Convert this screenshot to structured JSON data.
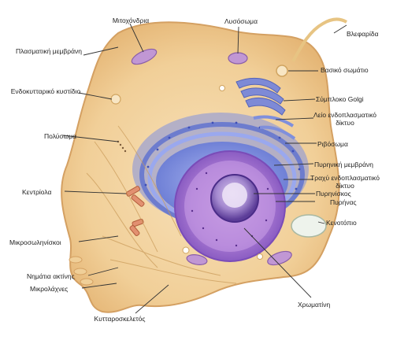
{
  "diagram": {
    "labels": {
      "mitochondria": "Μιτοχόνδρια",
      "lysosome": "Λυσόσωμα",
      "flagellum": "Βλεφαρίδα",
      "plasma_membrane": "Πλασματική μεμβράνη",
      "basal_body": "Βασικό σωμάτιο",
      "golgi": "Σύμπλοκο Golgi",
      "endocytic_vesicle": "Ενδοκυτταρικό κυστίδιο",
      "smooth_er": "Λείο ενδοπλασματικό δίκτυο",
      "ribosomes": "Ριβόσωμα",
      "nuclear_envelope": "Πυρηνική μεμβράνη",
      "rough_er": "Τραχύ ενδοπλασματικό δίκτυο",
      "nucleolus": "Πυρηνίσκος",
      "nucleus": "Πυρήνας",
      "polysome": "Πολύσωμα",
      "centrioles": "Κεντρίολα",
      "vacuole": "Κενοτόπιο",
      "microtubules": "Μικροσωληνίσκοι",
      "actin_filaments": "Νημάτια ακτίνης",
      "microvilli": "Μικρολάχνες",
      "chromatin": "Χρωματίνη",
      "cytoskeleton": "Κυτταροσκελετός"
    },
    "colors": {
      "cytoplasm": "#f3d3a0",
      "cell_edge": "#d9a869",
      "nucleus_envelope": "#8a9ae6",
      "nucleus_inner": "#b27ad4",
      "nucleolus": "#6b3fae",
      "mitochondria": "#b48ac8",
      "vacuole": "#e8f0e8",
      "leader_line": "#333333"
    }
  }
}
